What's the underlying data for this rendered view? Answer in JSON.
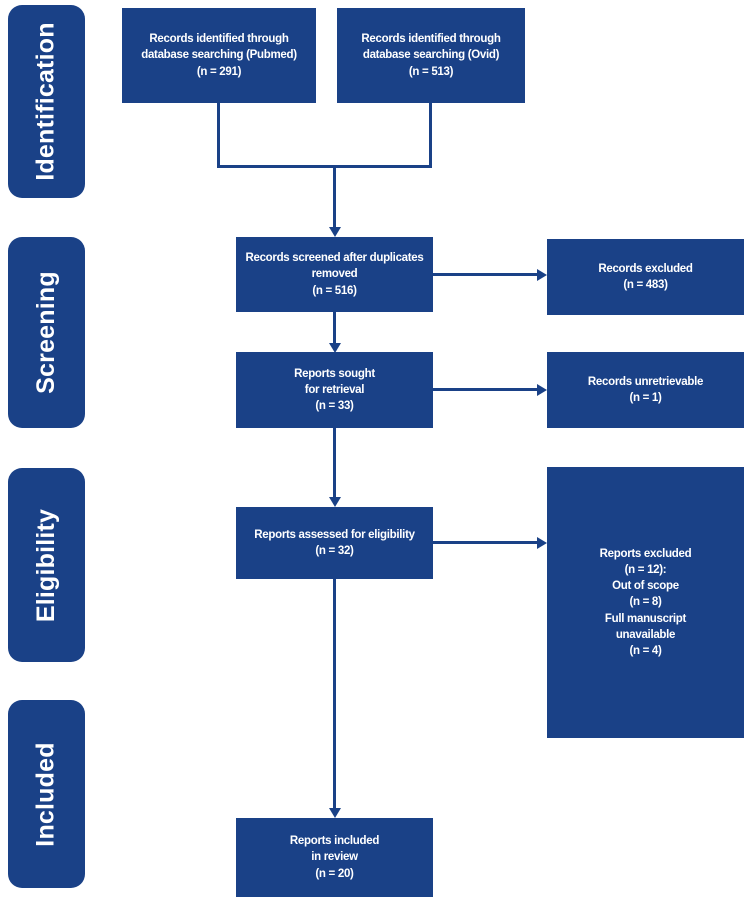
{
  "colors": {
    "box_fill": "#1a4187",
    "box_text": "#ffffff",
    "background": "#ffffff"
  },
  "stages": [
    {
      "label": "Identification"
    },
    {
      "label": "Screening"
    },
    {
      "label": "Eligibility"
    },
    {
      "label": "Included"
    }
  ],
  "boxes": {
    "pubmed": {
      "text": "Records identified through\ndatabase searching (Pubmed)\n(n = 291)"
    },
    "ovid": {
      "text": "Records identified through\ndatabase searching (Ovid)\n(n = 513)"
    },
    "screened": {
      "text": "Records screened after duplicates\nremoved\n(n = 516)"
    },
    "records_excluded": {
      "text": "Records excluded\n(n = 483)"
    },
    "sought": {
      "text": "Reports sought\nfor retrieval\n(n = 33)"
    },
    "unretrievable": {
      "text": "Records unretrievable\n(n = 1)"
    },
    "assessed": {
      "text": "Reports assessed for eligibility\n(n = 32)"
    },
    "reports_excluded": {
      "text": "Reports excluded\n(n = 12):\nOut of scope\n(n = 8)\nFull manuscript\nunavailable\n(n = 4)"
    },
    "included": {
      "text": "Reports included\nin review\n(n = 20)"
    }
  }
}
